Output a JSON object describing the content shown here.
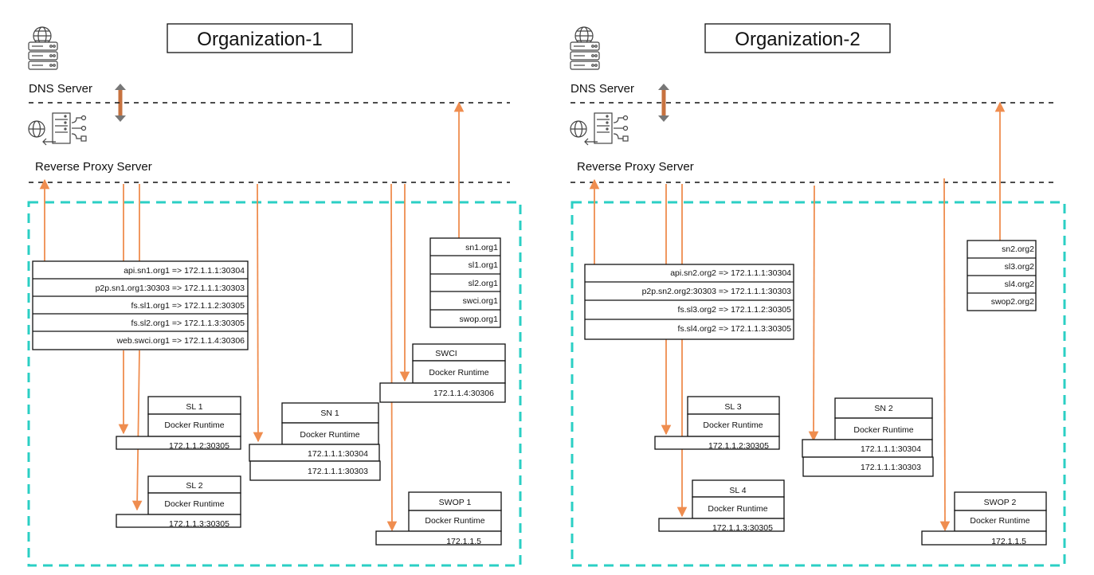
{
  "org1": {
    "title": "Organization-1",
    "dns_label": "DNS Server",
    "proxy_label": "Reverse Proxy Server",
    "proxy_map": [
      "api.sn1.org1 => 172.1.1.1:30304",
      "p2p.sn1.org1:30303 => 172.1.1.1:30303",
      "fs.sl1.org1 => 172.1.1.2:30305",
      "fs.sl2.org1 => 172.1.1.3:30305",
      "web.swci.org1 => 172.1.1.4:30306"
    ],
    "dns_records": [
      "sn1.org1",
      "sl1.org1",
      "sl2.org1",
      "swci.org1",
      "swop.org1"
    ],
    "swci": {
      "name": "SWCI",
      "runtime": "Docker Runtime",
      "ports": [
        "172.1.1.4:30306"
      ]
    },
    "sl1": {
      "name": "SL 1",
      "runtime": "Docker Runtime",
      "ports": [
        "172.1.1.2:30305"
      ]
    },
    "sn1": {
      "name": "SN 1",
      "runtime": "Docker Runtime",
      "ports": [
        "172.1.1.1:30304",
        "172.1.1.1:30303"
      ]
    },
    "sl2": {
      "name": "SL 2",
      "runtime": "Docker Runtime",
      "ports": [
        "172.1.1.3:30305"
      ]
    },
    "swop1": {
      "name": "SWOP 1",
      "runtime": "Docker Runtime",
      "ports": [
        "172.1.1.5"
      ]
    }
  },
  "org2": {
    "title": "Organization-2",
    "dns_label": "DNS Server",
    "proxy_label": "Reverse Proxy Server",
    "proxy_map": [
      "api.sn2.org2 => 172.1.1.1:30304",
      "p2p.sn2.org2:30303 => 172.1.1.1:30303",
      "fs.sl3.org2 => 172.1.1.2:30305",
      "fs.sl4.org2 => 172.1.1.3:30305"
    ],
    "dns_records": [
      "sn2.org2",
      "sl3.org2",
      "sl4.org2",
      "swop2.org2"
    ],
    "sl3": {
      "name": "SL 3",
      "runtime": "Docker Runtime",
      "ports": [
        "172.1.1.2:30305"
      ]
    },
    "sn2": {
      "name": "SN 2",
      "runtime": "Docker Runtime",
      "ports": [
        "172.1.1.1:30304",
        "172.1.1.1:30303"
      ]
    },
    "sl4": {
      "name": "SL 4",
      "runtime": "Docker Runtime",
      "ports": [
        "172.1.1.3:30305"
      ]
    },
    "swop2": {
      "name": "SWOP 2",
      "runtime": "Docker Runtime",
      "ports": [
        "172.1.1.5"
      ]
    }
  },
  "colors": {
    "arrow": "#ef8d4f",
    "boundary": "#2bcfc4",
    "dns_arrow": "#a0522d"
  },
  "icons": [
    "dns-server-icon",
    "reverse-proxy-icon"
  ]
}
